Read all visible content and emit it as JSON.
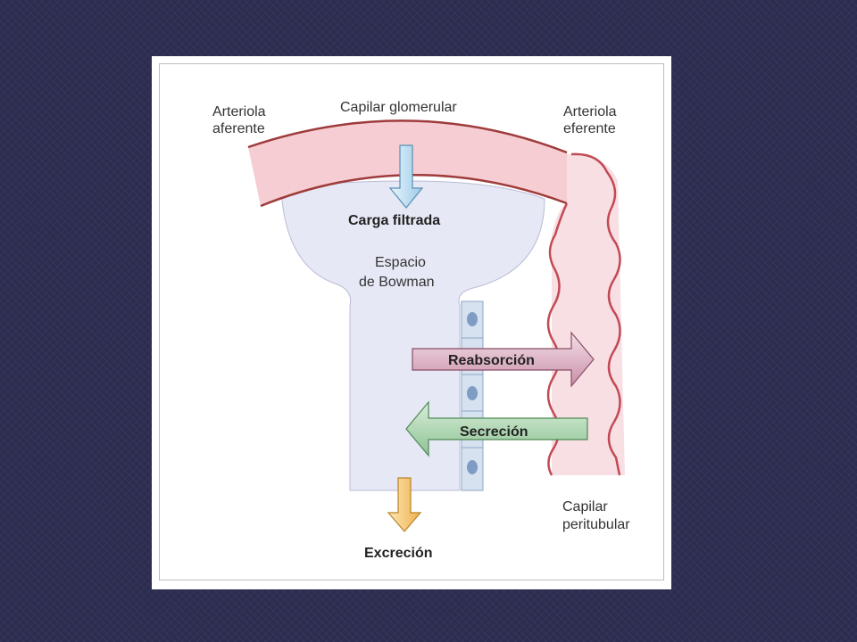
{
  "diagram": {
    "labels": {
      "afferent_line1": "Arteriola",
      "afferent_line2": "aferente",
      "glomerular": "Capilar glomerular",
      "efferent_line1": "Arteriola",
      "efferent_line2": "eferente",
      "filtered_load": "Carga filtrada",
      "bowman_line1": "Espacio",
      "bowman_line2": "de Bowman",
      "reabsorption": "Reabsorción",
      "secretion": "Secreción",
      "peritubular_line1": "Capilar",
      "peritubular_line2": "peritubular",
      "excretion": "Excreción"
    },
    "colors": {
      "capillary_fill": "#f6cdd3",
      "capillary_stroke": "#9e3b3b",
      "bowman_fill": "#e6e8f6",
      "filtration_arrow": "#bfe0f3",
      "reabsorption_arrow": "#d9a9bd",
      "secretion_arrow": "#a8d0ab",
      "excretion_arrow": "#f5c56b",
      "cell_fill": "#cfdcec",
      "nucleus_fill": "#7f9cc4"
    }
  }
}
